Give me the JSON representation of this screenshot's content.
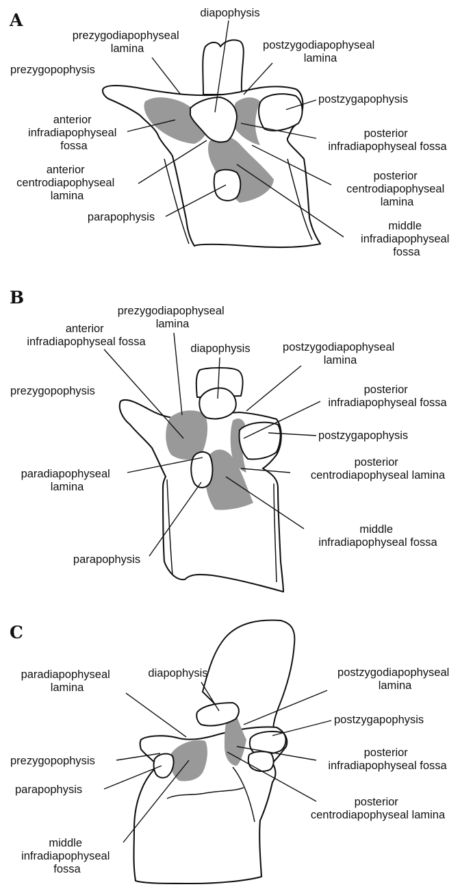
{
  "colors": {
    "fossa": "#999999",
    "outline": "#111111",
    "background": "#ffffff"
  },
  "panels": [
    {
      "letter": "A",
      "labels": {
        "diapophysis": [
          "diapophysis"
        ],
        "prezygodiapophyseal_lamina": [
          "prezygodiapophyseal",
          "lamina"
        ],
        "postzygodiapophyseal_lamina": [
          "postzygodiapophyseal",
          "lamina"
        ],
        "prezygopophysis": [
          "prezygopophysis"
        ],
        "postzygapophysis": [
          "postzygapophysis"
        ],
        "anterior_infradiapophyseal_fossa": [
          "anterior",
          "infradiapophyseal",
          "fossa"
        ],
        "posterior_infradiapophyseal_fossa": [
          "posterior",
          "infradiapophyseal fossa"
        ],
        "anterior_centrodiapophyseal_lamina": [
          "anterior",
          "centrodiapophyseal",
          "lamina"
        ],
        "posterior_centrodiapophyseal_lamina": [
          "posterior",
          "centrodiapophyseal",
          "lamina"
        ],
        "parapophysis": [
          "parapophysis"
        ],
        "middle_infradiapophyseal_fossa": [
          "middle",
          "infradiapophyseal",
          "fossa"
        ]
      }
    },
    {
      "letter": "B",
      "labels": {
        "prezygodiapophyseal_lamina": [
          "prezygodiapophyseal",
          "lamina"
        ],
        "anterior_infradiapophyseal_fossa": [
          "anterior",
          "infradiapophyseal fossa"
        ],
        "diapophysis": [
          "diapophysis"
        ],
        "postzygodiapophyseal_lamina": [
          "postzygodiapophyseal",
          "lamina"
        ],
        "posterior_infradiapophyseal_fossa": [
          "posterior",
          "infradiapophyseal fossa"
        ],
        "prezygopophysis": [
          "prezygopophysis"
        ],
        "postzygapophysis": [
          "postzygapophysis"
        ],
        "paradiapophyseal_lamina": [
          "paradiapophyseal",
          "lamina"
        ],
        "posterior_centrodiapophyseal_lamina": [
          "posterior",
          "centrodiapophyseal lamina"
        ],
        "middle_infradiapophyseal_fossa": [
          "middle",
          "infradiapophyseal fossa"
        ],
        "parapophysis": [
          "parapophysis"
        ]
      }
    },
    {
      "letter": "C",
      "labels": {
        "diapophysis": [
          "diapophysis"
        ],
        "paradiapophyseal_lamina": [
          "paradiapophyseal",
          "lamina"
        ],
        "postzygodiapophyseal_lamina": [
          "postzygodiapophyseal",
          "lamina"
        ],
        "postzygapophysis": [
          "postzygapophysis"
        ],
        "prezygopophysis": [
          "prezygopophysis"
        ],
        "posterior_infradiapophyseal_fossa": [
          "posterior",
          "infradiapophyseal fossa"
        ],
        "parapophysis": [
          "parapophysis"
        ],
        "posterior_centrodiapophyseal_lamina": [
          "posterior",
          "centrodiapophyseal lamina"
        ],
        "middle_infradiapophyseal_fossa": [
          "middle",
          "infradiapophyseal",
          "fossa"
        ]
      }
    }
  ]
}
